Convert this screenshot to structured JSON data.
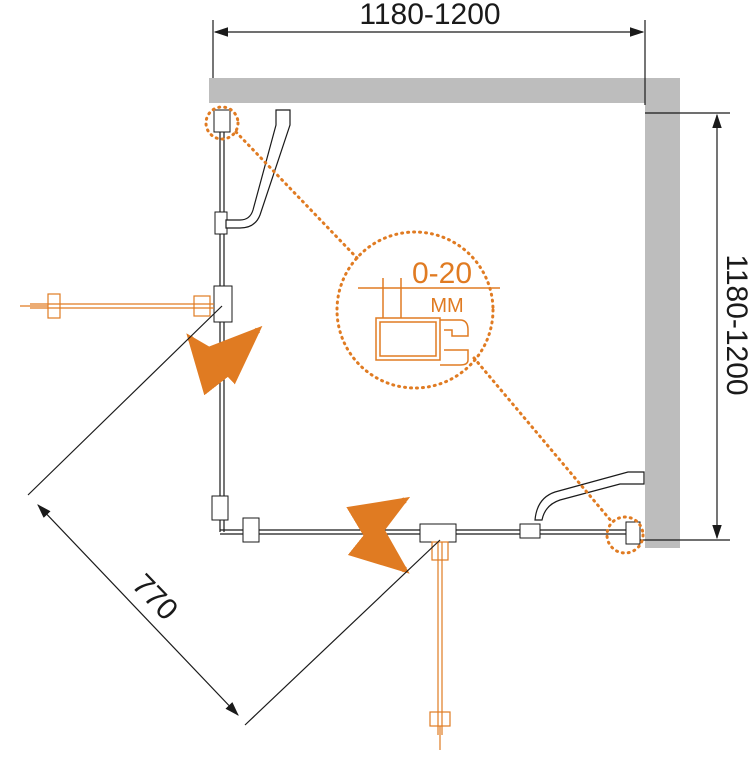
{
  "diagram": {
    "width_dimension": "1180-1200",
    "depth_dimension": "1180-1200",
    "door_dimension": "770",
    "adjustment_range": "0-20",
    "adjustment_unit": "MM"
  },
  "colors": {
    "wall": "#bdbdbd",
    "accent": "#e07b22",
    "line": "#1a1a1a"
  }
}
